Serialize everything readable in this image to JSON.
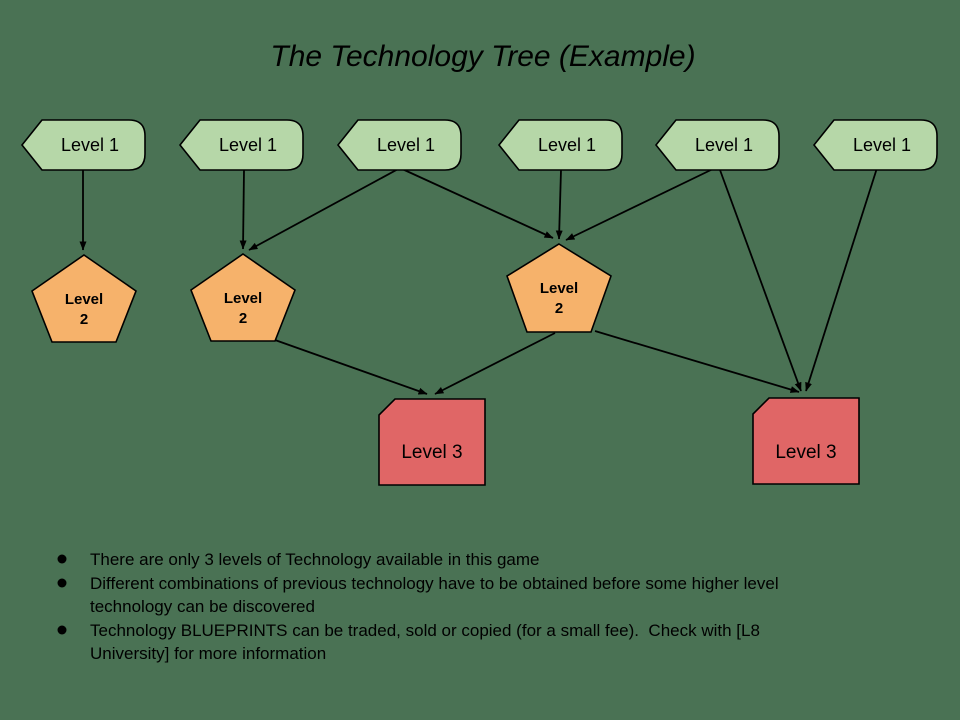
{
  "title": "The Technology Tree (Example)",
  "colors": {
    "background": "#4a7254",
    "level1_fill": "#b6d7a8",
    "level2_fill": "#f6b26b",
    "level3_fill": "#e06666",
    "line": "#000000"
  },
  "diagram": {
    "level1_label": "Level 1",
    "level2_label_line1": "Level",
    "level2_label_line2": "2",
    "level3_label": "Level 3"
  },
  "bullets": [
    {
      "lines": [
        "There are only 3 levels of Technology available in this game"
      ]
    },
    {
      "lines": [
        "Different combinations of previous technology have to be obtained before some higher level",
        "technology can be discovered"
      ]
    },
    {
      "lines": [
        "Technology BLUEPRINTS can be traded, sold or copied (for a small fee).  Check with [L8",
        "University] for more information"
      ]
    }
  ]
}
